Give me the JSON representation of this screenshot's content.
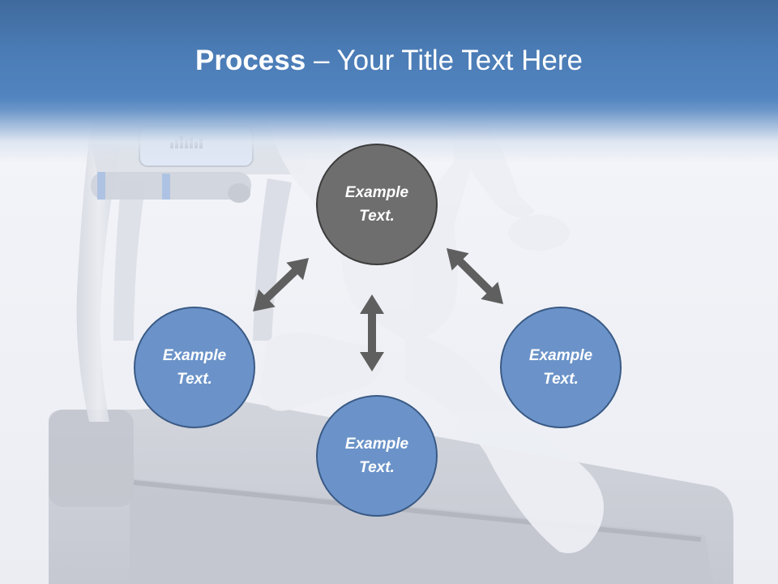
{
  "slide": {
    "title_bold": "Process",
    "title_rest": " – Your Title Text Here"
  },
  "diagram": {
    "nodes": [
      {
        "id": "top",
        "label": "Example\nText.",
        "color": "#6e6e6e"
      },
      {
        "id": "left",
        "label": "Example\nText.",
        "color": "#6b93c9"
      },
      {
        "id": "bottom",
        "label": "Example\nText.",
        "color": "#6b93c9"
      },
      {
        "id": "right",
        "label": "Example\nText.",
        "color": "#6b93c9"
      }
    ],
    "connectors": [
      {
        "from": "top",
        "to": "left",
        "style": "double-headed-arrow"
      },
      {
        "from": "top",
        "to": "bottom",
        "style": "double-headed-arrow"
      },
      {
        "from": "top",
        "to": "right",
        "style": "double-headed-arrow"
      }
    ],
    "arrow_color": "#5f5f5f",
    "outline_color": "#3a5a85"
  },
  "background": {
    "image": "treadmill-runner",
    "header_color": "#4a7bb4"
  }
}
